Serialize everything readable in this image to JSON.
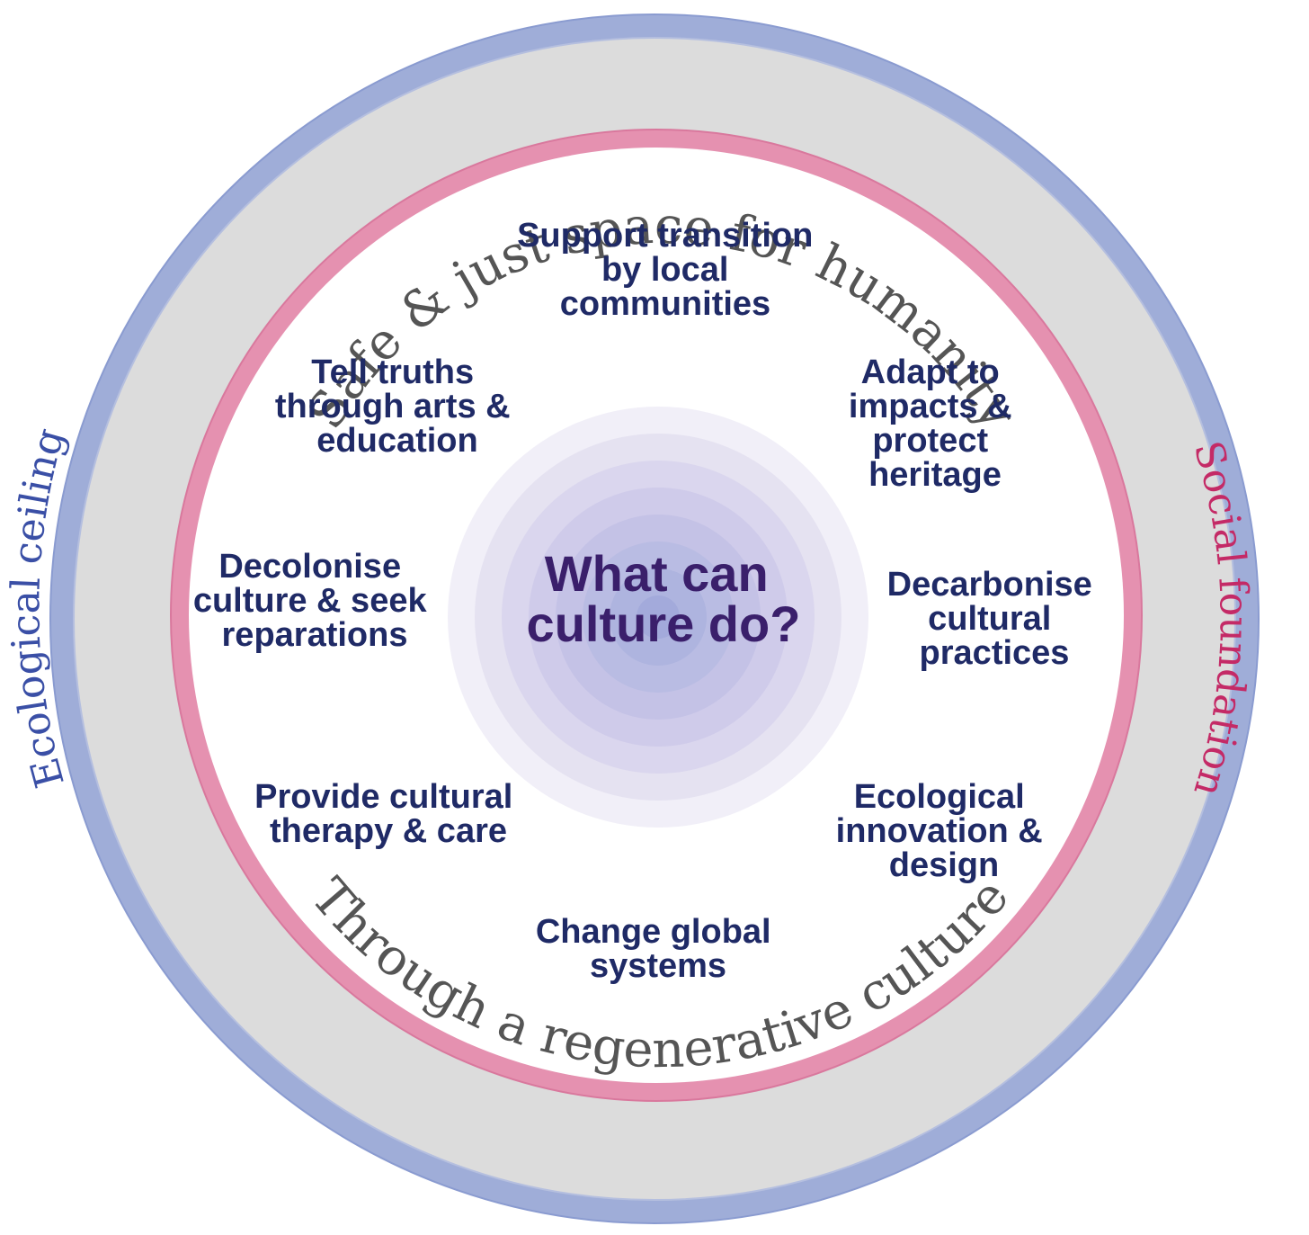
{
  "colors": {
    "outer_ring": "#9fadd8",
    "outer_ring_edge": "#8a9bd0",
    "band": "#dcdcdc",
    "pink_ring": "#e591b0",
    "pink_ring_edge": "#d9789d",
    "ecological_label": "#3a4fa6",
    "social_label": "#c42a66",
    "arc_label": "#555555",
    "action_text": "#1f2a66",
    "center_text": "#3a1f6b",
    "center_rings": [
      "#f1eff8",
      "#e5e2f1",
      "#dad6ee",
      "#cfcbea",
      "#c4c2e6",
      "#b9bce3",
      "#aeb4df",
      "#a3aadb"
    ]
  },
  "top_arc_label": "Safe & just space for humanity",
  "bottom_arc_label": "Through a regenerative culture",
  "left_label": "Ecological ceiling",
  "right_label": "Social foundation",
  "center_question": [
    "What can",
    "culture do?"
  ],
  "actions": [
    {
      "id": "support-transition",
      "lines": [
        "Support transition",
        "by local",
        "communities"
      ]
    },
    {
      "id": "adapt-impacts",
      "lines": [
        "Adapt to",
        "impacts &",
        "protect",
        "heritage"
      ]
    },
    {
      "id": "decarbonise",
      "lines": [
        "Decarbonise",
        "cultural",
        "practices"
      ]
    },
    {
      "id": "ecological-innovation",
      "lines": [
        "Ecological",
        "innovation &",
        "design"
      ]
    },
    {
      "id": "change-global",
      "lines": [
        "Change global",
        "systems"
      ]
    },
    {
      "id": "cultural-therapy",
      "lines": [
        "Provide cultural",
        "therapy & care"
      ]
    },
    {
      "id": "decolonise",
      "lines": [
        "Decolonise",
        "culture & seek",
        "reparations"
      ]
    },
    {
      "id": "tell-truths",
      "lines": [
        "Tell truths",
        "through arts &",
        "education"
      ]
    }
  ]
}
